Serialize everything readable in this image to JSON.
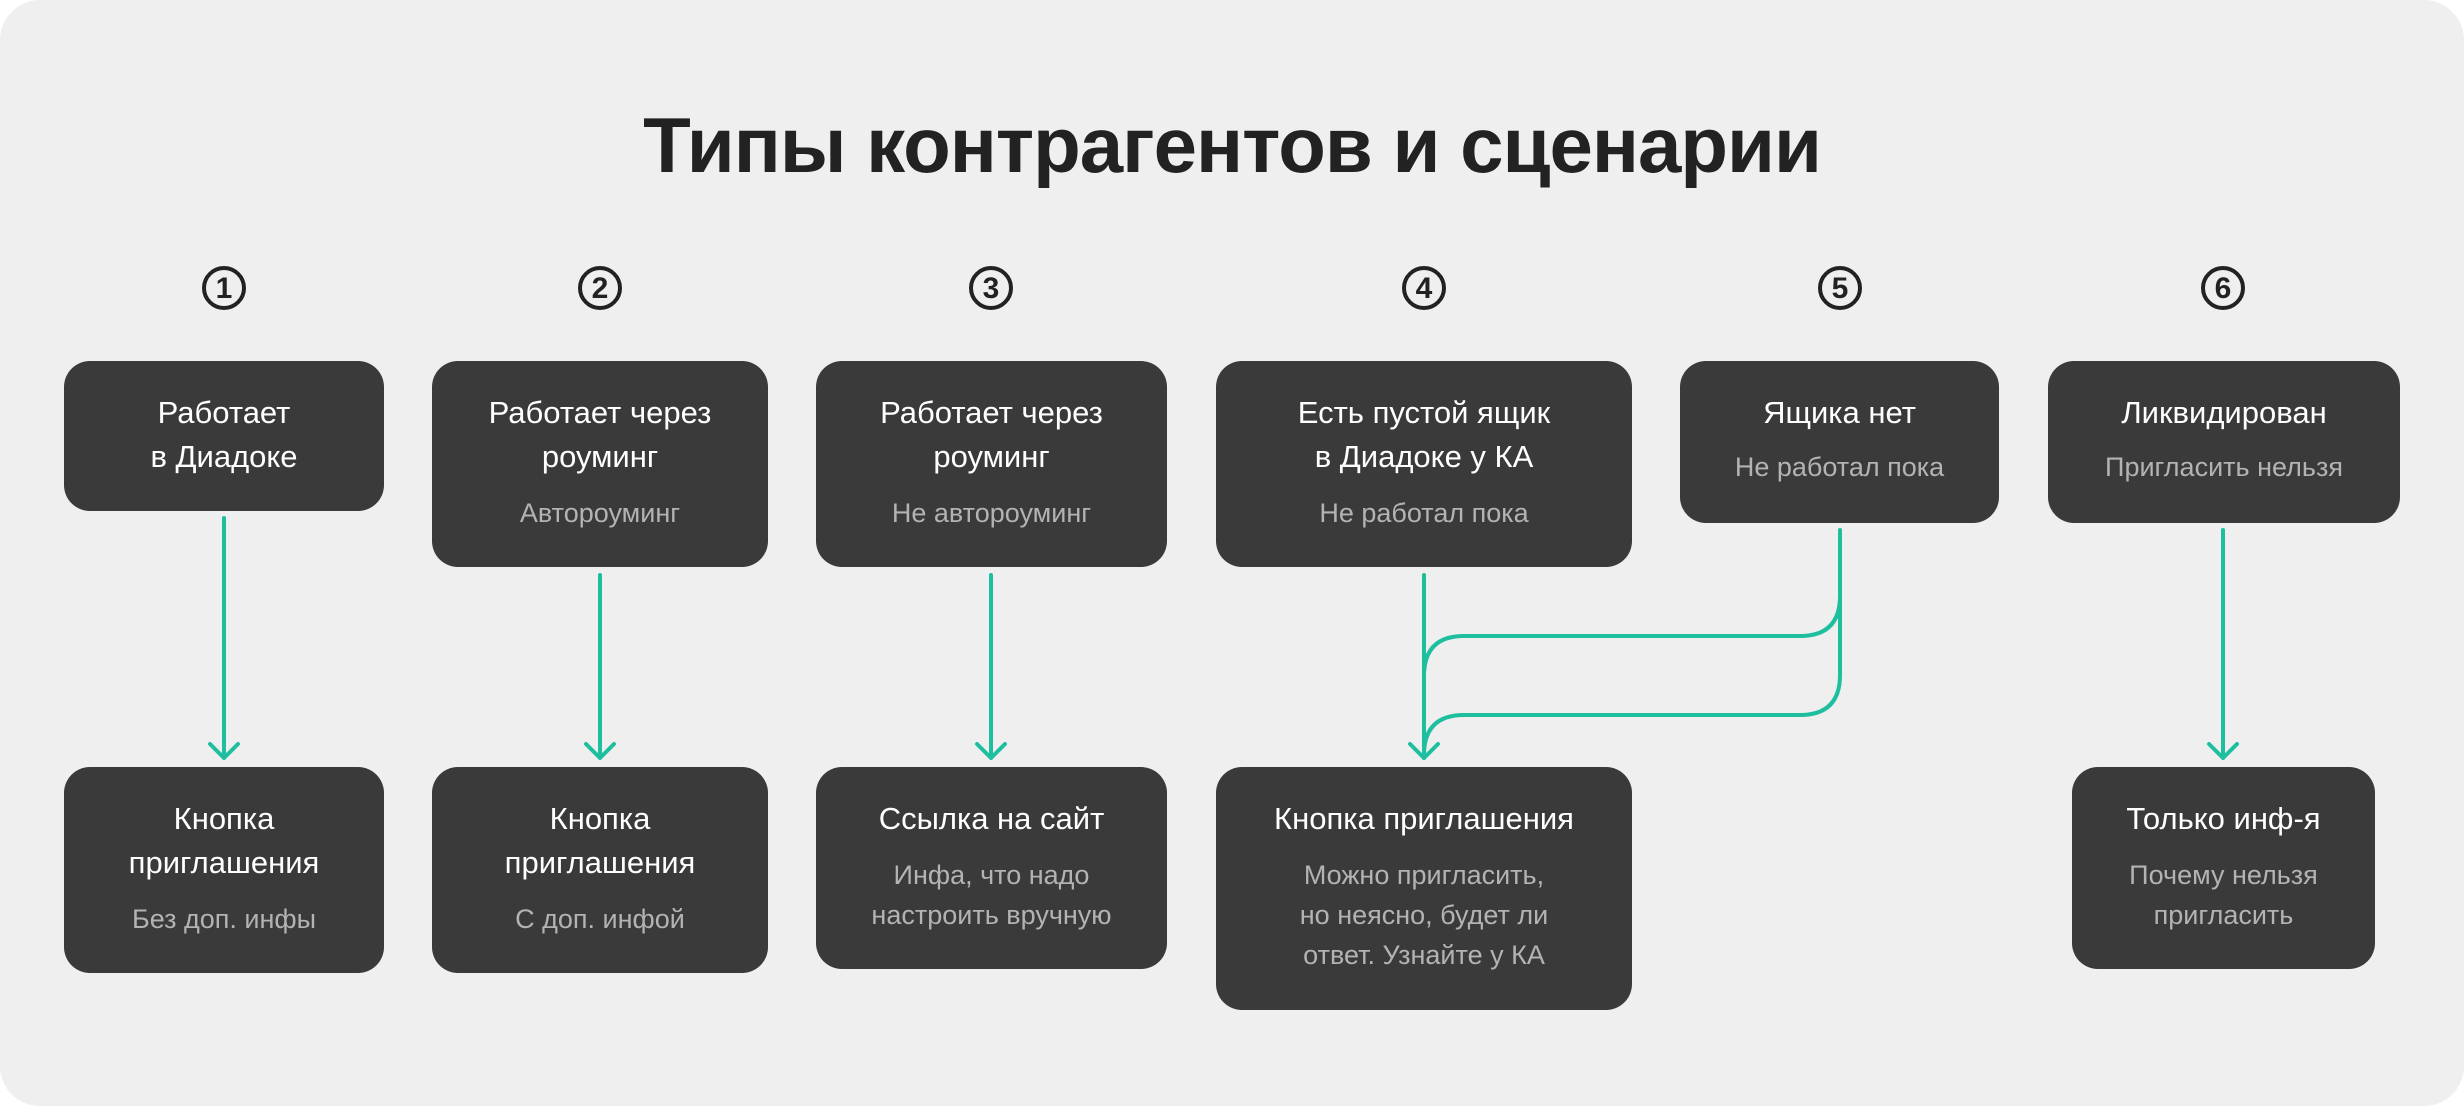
{
  "title": "Типы контрагентов и сценарии",
  "colors": {
    "background": "#efefef",
    "box": "#3a3a3a",
    "box_text": "#ffffff",
    "box_subtext": "#b3b3b3",
    "arrow": "#1dbf9f",
    "title": "#222222"
  },
  "columns": [
    {
      "number": "1",
      "source": {
        "text": "Работает\nв Диадоке",
        "sub": ""
      },
      "target": {
        "text": "Кнопка\nприглашения",
        "sub": "Без доп. инфы"
      }
    },
    {
      "number": "2",
      "source": {
        "text": "Работает через\nроуминг",
        "sub": "Автороуминг"
      },
      "target": {
        "text": "Кнопка\nприглашения",
        "sub": "С доп. инфой"
      }
    },
    {
      "number": "3",
      "source": {
        "text": "Работает через\nроуминг",
        "sub": "Не автороуминг"
      },
      "target": {
        "text": "Ссылка на сайт",
        "sub": "Инфа, что надо\nнастроить вручную"
      }
    },
    {
      "number": "4",
      "source": {
        "text": "Есть пустой ящик\nв Диадоке у КА",
        "sub": "Не работал пока"
      },
      "target": {
        "text": "Кнопка приглашения",
        "sub": "Можно пригласить,\nно неясно, будет ли\nответ. Узнайте у КА"
      }
    },
    {
      "number": "5",
      "source": {
        "text": "Ящика нет",
        "sub": "Не работал пока"
      }
    },
    {
      "number": "6",
      "source": {
        "text": "Ликвидирован",
        "sub": "Пригласить нельзя"
      },
      "target": {
        "text": "Только инф-я",
        "sub": "Почему нельзя\nпригласить"
      }
    }
  ]
}
